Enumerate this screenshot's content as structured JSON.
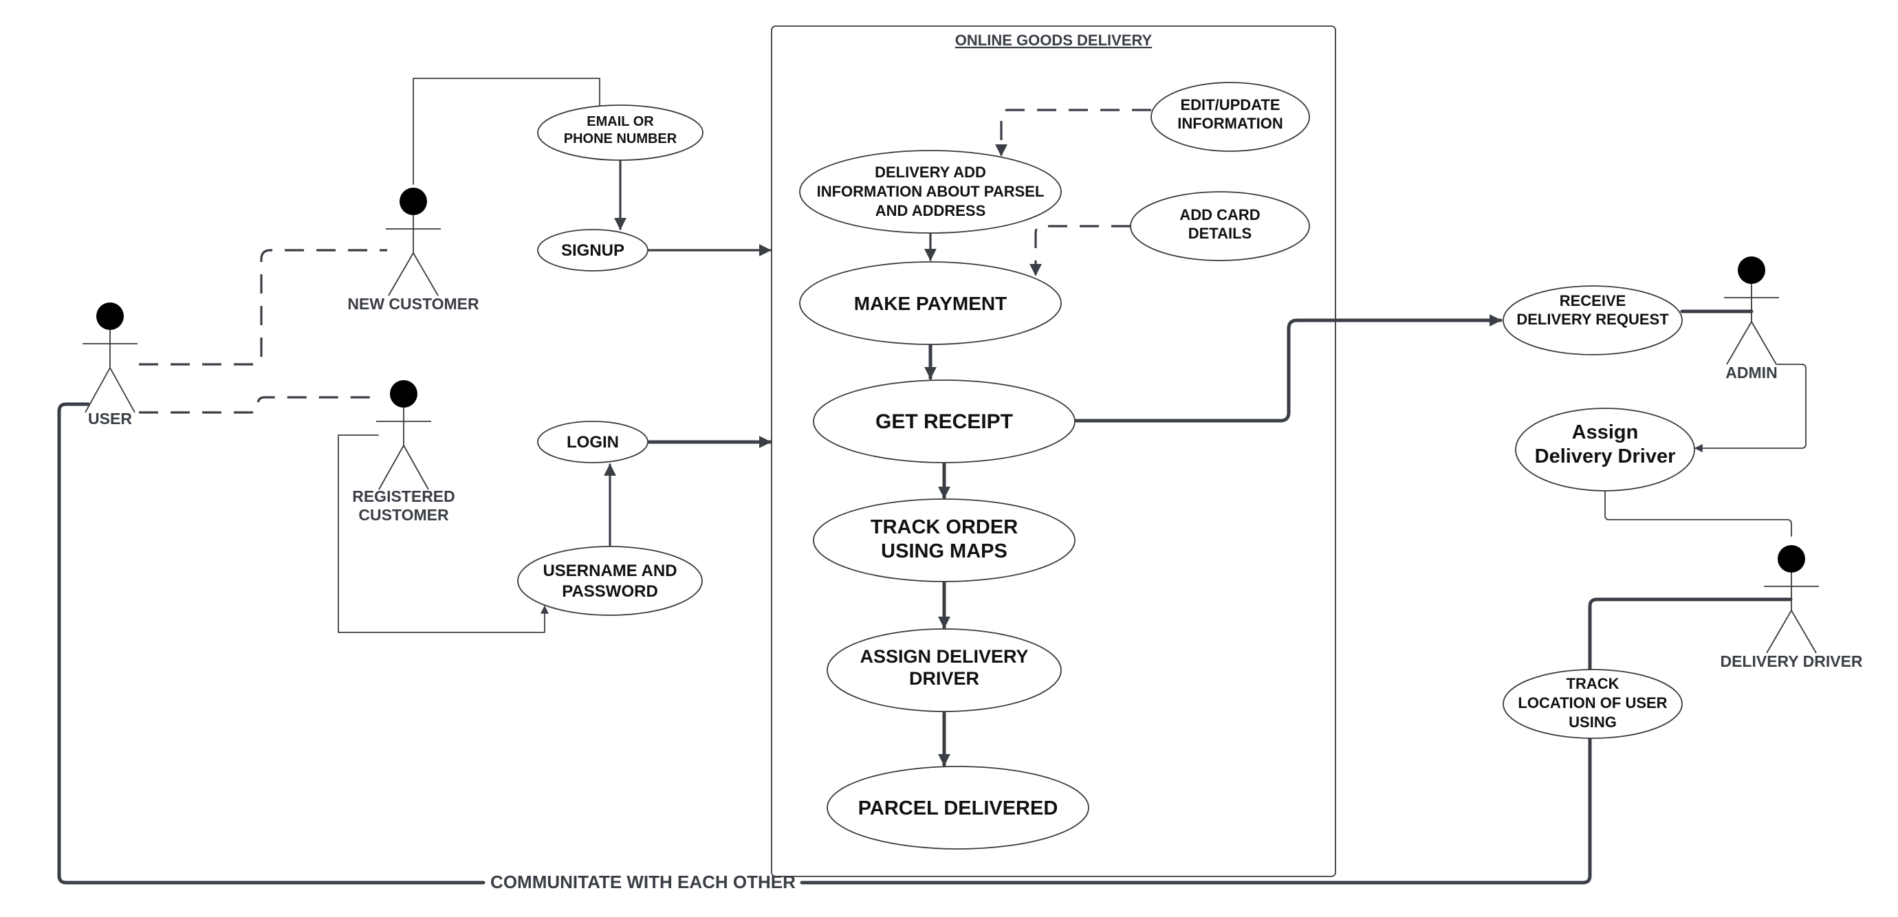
{
  "diagram": {
    "title": "ONLINE GOODS DELIVERY",
    "bottom_edge_label": "COMMUNITATE WITH EACH OTHER",
    "actors": {
      "user": "USER",
      "new_customer": "NEW CUSTOMER",
      "registered_customer": [
        "REGISTERED",
        "CUSTOMER"
      ],
      "admin": "ADMIN",
      "delivery_driver": "DELIVERY DRIVER"
    },
    "use_cases": {
      "email_or_phone": [
        "EMAIL OR",
        "PHONE NUMBER"
      ],
      "signup": [
        "SIGNUP"
      ],
      "login": [
        "LOGIN"
      ],
      "username_password": [
        "USERNAME AND",
        "PASSWORD"
      ],
      "edit_update": [
        "EDIT/UPDATE",
        "INFORMATION"
      ],
      "delivery_add_info": [
        "DELIVERY ADD",
        "INFORMATION ABOUT PARSEL",
        "AND ADDRESS"
      ],
      "add_card": [
        "ADD CARD",
        "DETAILS"
      ],
      "make_payment": [
        "MAKE PAYMENT"
      ],
      "get_receipt": [
        "GET RECEIPT"
      ],
      "track_order": [
        "TRACK ORDER",
        "USING MAPS"
      ],
      "assign_delivery_driver_upper": [
        "ASSIGN DELIVERY",
        "DRIVER"
      ],
      "parcel_delivered": [
        "PARCEL DELIVERED"
      ],
      "receive_delivery_request": [
        "RECEIVE",
        "DELIVERY REQUEST"
      ],
      "assign_delivery_driver_admin": [
        "Assign",
        "Delivery Driver"
      ],
      "track_location": [
        "TRACK",
        "LOCATION OF USER",
        "USING"
      ]
    }
  }
}
